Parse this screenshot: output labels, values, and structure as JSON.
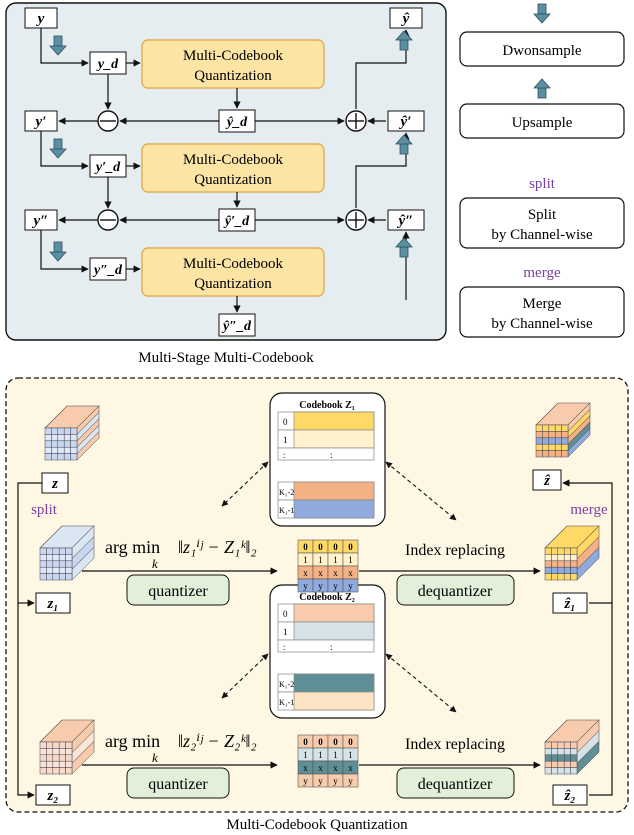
{
  "top_panel": {
    "caption": "Multi-Stage Multi-Codebook",
    "mcq_label_line1": "Multi-Codebook",
    "mcq_label_line2": "Quantization",
    "vars": {
      "y": "y",
      "y_hat": "ŷ",
      "y_d": "y_d",
      "y_hat_d": "ŷ_d",
      "y_p": "y′",
      "y_hat_p": "ŷ′",
      "y_d_p": "y′_d",
      "y_hat_d_p": "ŷ′_d",
      "y_pp": "y″",
      "y_hat_pp": "ŷ″",
      "y_d_pp": "y″_d",
      "y_hat_d_pp": "ŷ″_d"
    }
  },
  "legend": {
    "downsample": "Dwonsample",
    "upsample": "Upsample",
    "split_tag": "split",
    "split_line1": "Split",
    "split_line2": "by Channel-wise",
    "merge_tag": "merge",
    "merge_line1": "Merge",
    "merge_line2": "by Channel-wise"
  },
  "bottom_panel": {
    "caption": "Multi-Codebook Quantization",
    "split": "split",
    "merge": "merge",
    "z": "z",
    "z_hat": "ẑ",
    "z1": "z₁",
    "z2": "z₂",
    "z1_hat": "ẑ₁",
    "z2_hat": "ẑ₂",
    "codebook1_title": "Codebook Z₁",
    "codebook2_title": "Codebook Z₂",
    "codebook_rows": [
      "0",
      "1",
      ":",
      "K₁-2",
      "K₁-1"
    ],
    "codebook_colon": ":",
    "argmin": "arg min",
    "argmin_sub": "k",
    "formula1": "‖z₁ⁱʲ − Z₁ᵏ‖₂",
    "formula2": "‖z₂ⁱʲ − Z₂ᵏ‖₂",
    "index_replacing": "Index replacing",
    "quantizer": "quantizer",
    "dequantizer": "dequantizer",
    "index_grid_rows": [
      [
        "0",
        "0",
        "0",
        "0"
      ],
      [
        "1",
        "1",
        "1",
        "1"
      ],
      [
        "x",
        "x",
        "x",
        "x"
      ],
      [
        "y",
        "y",
        "y",
        "y"
      ]
    ]
  },
  "colors": {
    "panel_bg": "#e5edf0",
    "mcq_fill": "#fce4a4",
    "mcq_stroke": "#d9a441",
    "arrow_fill": "#5b8fa3",
    "bottom_bg": "#fef7e4",
    "purple": "#7b3fa0",
    "green_box": "#e2efd9",
    "row_yellow": "#ffd966",
    "row_pale": "#fff2cc",
    "row_orange": "#f4b183",
    "row_blue": "#8faadc",
    "row_pink": "#f8cbad",
    "row_grey": "#d6e3e6",
    "row_teal": "#5f8f96"
  }
}
